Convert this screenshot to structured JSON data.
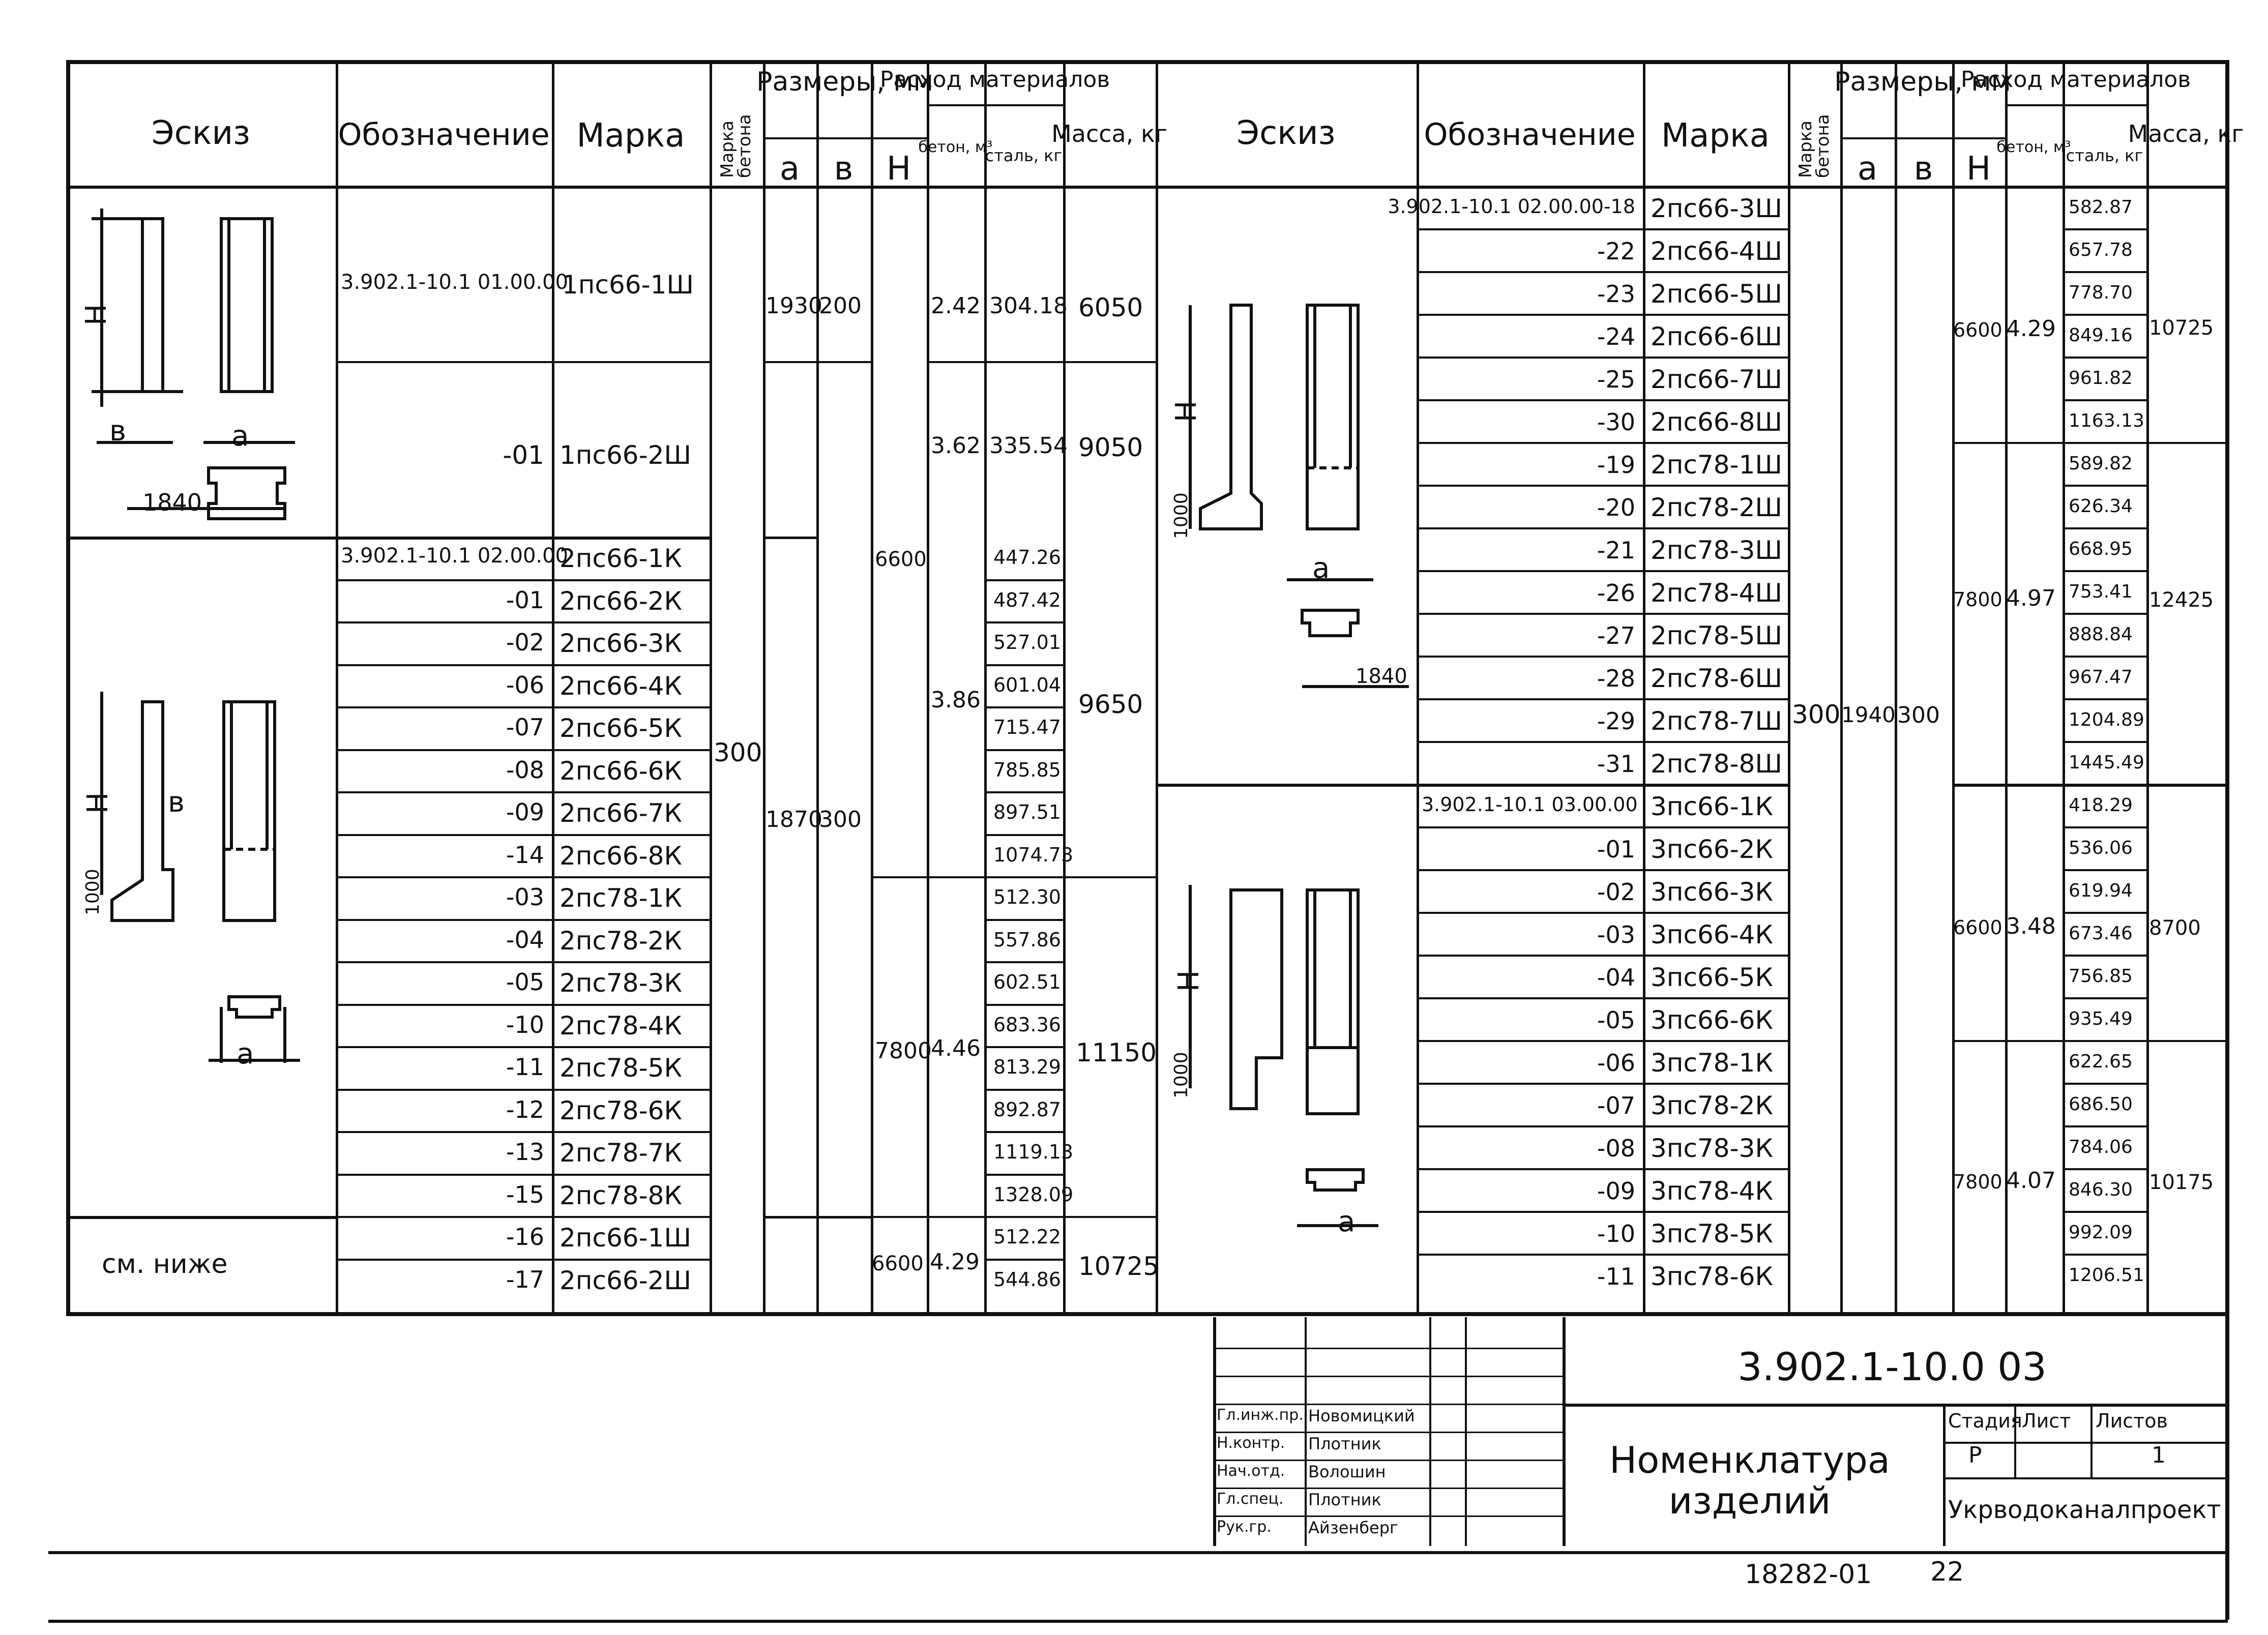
{
  "headers": {
    "sketch": "Эскиз",
    "designation": "Обозначение",
    "mark": "Марка",
    "concrete_grade": "Марка бетона",
    "dimensions": "Размеры, мм",
    "dim_a": "а",
    "dim_b": "в",
    "dim_h": "Н",
    "consumption": "Расход материалов",
    "concrete_m3": "бетон, м³",
    "steel_kg": "сталь, кг",
    "mass": "Масса, кг"
  },
  "left": {
    "groupA": {
      "designation": "3.902.1-10.1 01.00.00",
      "rows": [
        {
          "code": "3.902.1-10.1 01.00.00",
          "mark": "1пс66-1Ш"
        },
        {
          "code": "-01",
          "mark": "1пс66-2Ш"
        }
      ],
      "a": "1930",
      "b": "200",
      "vals": [
        {
          "concrete": "2.42",
          "steel": "304.18",
          "mass": "6050"
        },
        {
          "concrete": "3.62",
          "steel": "335.54",
          "mass": "9050"
        }
      ]
    },
    "groupB": {
      "rows": [
        {
          "code": "3.902.1-10.1 02.00.00",
          "mark": "2пс66-1К",
          "steel": "447.26"
        },
        {
          "code": "-01",
          "mark": "2пс66-2К",
          "steel": "487.42"
        },
        {
          "code": "-02",
          "mark": "2пс66-3К",
          "steel": "527.01"
        },
        {
          "code": "-06",
          "mark": "2пс66-4К",
          "steel": "601.04"
        },
        {
          "code": "-07",
          "mark": "2пс66-5К",
          "steel": "715.47"
        },
        {
          "code": "-08",
          "mark": "2пс66-6К",
          "steel": "785.85"
        },
        {
          "code": "-09",
          "mark": "2пс66-7К",
          "steel": "897.51"
        },
        {
          "code": "-14",
          "mark": "2пс66-8К",
          "steel": "1074.73"
        },
        {
          "code": "-03",
          "mark": "2пс78-1К",
          "steel": "512.30"
        },
        {
          "code": "-04",
          "mark": "2пс78-2К",
          "steel": "557.86"
        },
        {
          "code": "-05",
          "mark": "2пс78-3К",
          "steel": "602.51"
        },
        {
          "code": "-10",
          "mark": "2пс78-4К",
          "steel": "683.36"
        },
        {
          "code": "-11",
          "mark": "2пс78-5К",
          "steel": "813.29"
        },
        {
          "code": "-12",
          "mark": "2пс78-6К",
          "steel": "892.87"
        },
        {
          "code": "-13",
          "mark": "2пс78-7К",
          "steel": "1119.13"
        },
        {
          "code": "-15",
          "mark": "2пс78-8К",
          "steel": "1328.09"
        },
        {
          "code": "-16",
          "mark": "2пс66-1Ш",
          "steel": "512.22"
        },
        {
          "code": "-17",
          "mark": "2пс66-2Ш",
          "steel": "544.86"
        }
      ],
      "concrete_grade": "300",
      "a": "1870",
      "b": "300",
      "h6600": "6600",
      "h7800": "7800",
      "sub1": {
        "concrete": "3.86",
        "mass": "9650"
      },
      "sub2": {
        "concrete": "4.46",
        "mass": "11150"
      },
      "sub3": {
        "h": "6600",
        "concrete": "4.29",
        "mass": "10725"
      },
      "see_below": "см. ниже"
    }
  },
  "right": {
    "groupC": {
      "rows": [
        {
          "code": "3.902.1-10.1 02.00.00-18",
          "mark": "2пс66-3Ш",
          "steel": "582.87"
        },
        {
          "code": "-22",
          "mark": "2пс66-4Ш",
          "steel": "657.78"
        },
        {
          "code": "-23",
          "mark": "2пс66-5Ш",
          "steel": "778.70"
        },
        {
          "code": "-24",
          "mark": "2пс66-6Ш",
          "steel": "849.16"
        },
        {
          "code": "-25",
          "mark": "2пс66-7Ш",
          "steel": "961.82"
        },
        {
          "code": "-30",
          "mark": "2пс66-8Ш",
          "steel": "1163.13"
        },
        {
          "code": "-19",
          "mark": "2пс78-1Ш",
          "steel": "589.82"
        },
        {
          "code": "-20",
          "mark": "2пс78-2Ш",
          "steel": "626.34"
        },
        {
          "code": "-21",
          "mark": "2пс78-3Ш",
          "steel": "668.95"
        },
        {
          "code": "-26",
          "mark": "2пс78-4Ш",
          "steel": "753.41"
        },
        {
          "code": "-27",
          "mark": "2пс78-5Ш",
          "steel": "888.84"
        },
        {
          "code": "-28",
          "mark": "2пс78-6Ш",
          "steel": "967.47"
        },
        {
          "code": "-29",
          "mark": "2пс78-7Ш",
          "steel": "1204.89"
        },
        {
          "code": "-31",
          "mark": "2пс78-8Ш",
          "steel": "1445.49"
        }
      ],
      "concrete_grade": "300",
      "a": "1940",
      "b": "300",
      "sub1": {
        "h": "6600",
        "concrete": "4.29",
        "mass": "10725"
      },
      "sub2": {
        "h": "7800",
        "concrete": "4.97",
        "mass": "12425"
      }
    },
    "groupD": {
      "rows": [
        {
          "code": "3.902.1-10.1 03.00.00",
          "mark": "3пс66-1К",
          "steel": "418.29"
        },
        {
          "code": "-01",
          "mark": "3пс66-2К",
          "steel": "536.06"
        },
        {
          "code": "-02",
          "mark": "3пс66-3К",
          "steel": "619.94"
        },
        {
          "code": "-03",
          "mark": "3пс66-4К",
          "steel": "673.46"
        },
        {
          "code": "-04",
          "mark": "3пс66-5К",
          "steel": "756.85"
        },
        {
          "code": "-05",
          "mark": "3пс66-6К",
          "steel": "935.49"
        },
        {
          "code": "-06",
          "mark": "3пс78-1К",
          "steel": "622.65"
        },
        {
          "code": "-07",
          "mark": "3пс78-2К",
          "steel": "686.50"
        },
        {
          "code": "-08",
          "mark": "3пс78-3К",
          "steel": "784.06"
        },
        {
          "code": "-09",
          "mark": "3пс78-4К",
          "steel": "846.30"
        },
        {
          "code": "-10",
          "mark": "3пс78-5К",
          "steel": "992.09"
        },
        {
          "code": "-11",
          "mark": "3пс78-6К",
          "steel": "1206.51"
        }
      ],
      "sub1": {
        "h": "6600",
        "concrete": "3.48",
        "mass": "8700"
      },
      "sub2": {
        "h": "7800",
        "concrete": "4.07",
        "mass": "10175"
      }
    }
  },
  "sketch_labels": {
    "H": "Н",
    "b": "в",
    "a": "а",
    "d1840": "1840",
    "d1000": "1000"
  },
  "title_block": {
    "doc_code": "3.902.1-10.0 03",
    "title_line1": "Номенклатура",
    "title_line2": "изделий",
    "stage_label": "Стадия",
    "sheet_label": "Лист",
    "sheets_label": "Листов",
    "stage": "Р",
    "sheets": "1",
    "org": "Укрводоканалпроект",
    "roles": [
      {
        "role": "Гл.инж.пр.",
        "name": "Новомицкий"
      },
      {
        "role": "Н.контр.",
        "name": "Плотник"
      },
      {
        "role": "Нач.отд.",
        "name": "Волошин"
      },
      {
        "role": "Гл.спец.",
        "name": "Плотник"
      },
      {
        "role": "Рук.гр.",
        "name": "Айзенберг"
      }
    ],
    "archive_no": "18282-01",
    "page_no": "22"
  }
}
